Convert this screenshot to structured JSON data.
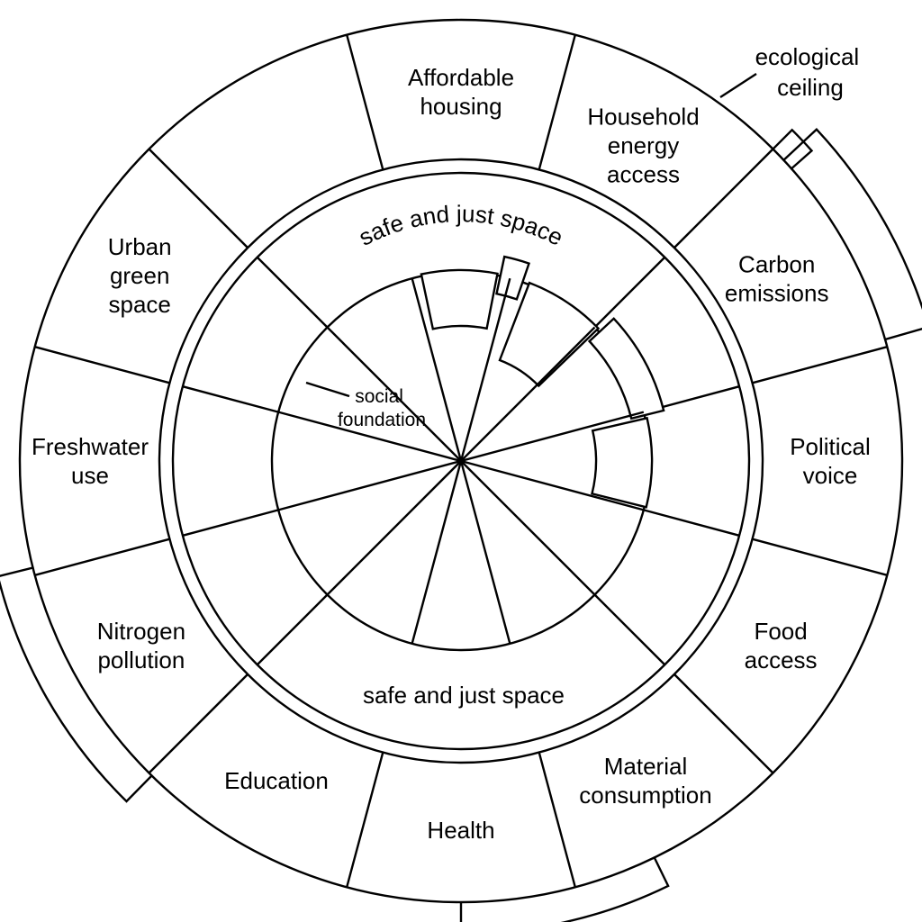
{
  "segments": [
    {
      "label_lines": [
        "Affordable",
        "housing"
      ]
    },
    {
      "label_lines": [
        "Household",
        "energy",
        "access"
      ]
    },
    {
      "label_lines": [
        "Carbon",
        "emissions"
      ]
    },
    {
      "label_lines": [
        "Political",
        "voice"
      ]
    },
    {
      "label_lines": [
        "Food",
        "access"
      ]
    },
    {
      "label_lines": [
        "Material",
        "consumption"
      ]
    },
    {
      "label_lines": [
        "Health"
      ]
    },
    {
      "label_lines": [
        "Education"
      ]
    },
    {
      "label_lines": [
        "Nitrogen",
        "pollution"
      ]
    },
    {
      "label_lines": [
        "Freshwater",
        "use"
      ]
    },
    {
      "label_lines": [
        "Urban",
        "green",
        "space"
      ]
    },
    {
      "label_lines": []
    }
  ],
  "ecological_ceiling": {
    "lines": [
      "ecological",
      "ceiling"
    ]
  },
  "social_foundation": {
    "lines": [
      "social",
      "foundation"
    ]
  },
  "safe_space_top": "safe and just space",
  "safe_space_bottom": "safe and just space"
}
